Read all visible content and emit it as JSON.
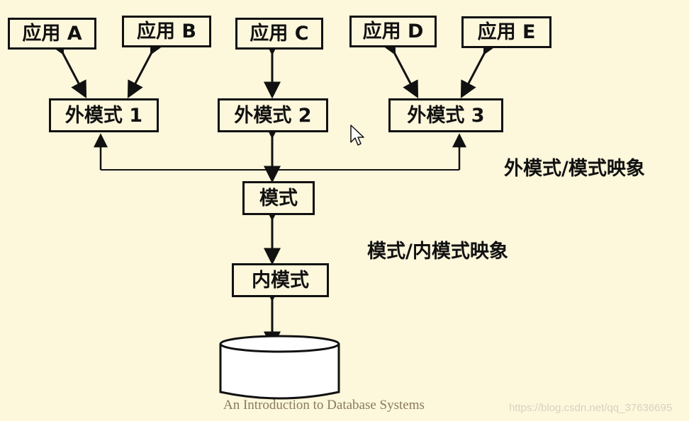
{
  "apps": [
    {
      "id": "a",
      "label": "应用 A"
    },
    {
      "id": "b",
      "label": "应用 B"
    },
    {
      "id": "c",
      "label": "应用 C"
    },
    {
      "id": "d",
      "label": "应用 D"
    },
    {
      "id": "e",
      "label": "应用 E"
    }
  ],
  "external_schemas": [
    {
      "id": "1",
      "label": "外模式 1"
    },
    {
      "id": "2",
      "label": "外模式 2"
    },
    {
      "id": "3",
      "label": "外模式 3"
    }
  ],
  "schema": {
    "label": "模式"
  },
  "internal_schema": {
    "label": "内模式"
  },
  "mappings": {
    "external_schema": "外模式/模式映象",
    "schema_internal": "模式/内模式映象"
  },
  "footer": "An Introduction to Database Systems",
  "watermark": "https://blog.csdn.net/qq_37636695",
  "colors": {
    "background": "#fdf7dc",
    "stroke": "#111111",
    "footer": "#8a7a5a"
  }
}
